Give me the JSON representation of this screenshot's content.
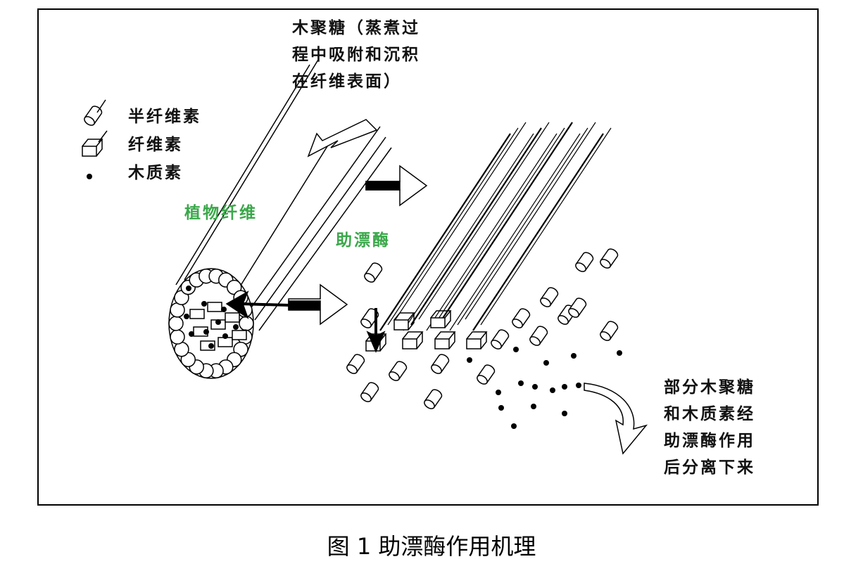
{
  "top_label": [
    "木聚糖（蒸煮过",
    "程中吸附和沉积",
    "在纤维表面）"
  ],
  "legend": [
    {
      "icon": "cylinder-icon",
      "label": "半纤维素"
    },
    {
      "icon": "cuboid-icon",
      "label": "纤维素"
    },
    {
      "icon": "dot-icon",
      "label": "木质素"
    }
  ],
  "plant_fiber_label": "植物纤维",
  "enzyme_label": "助漂酶",
  "result_label": [
    "部分木聚糖",
    "和木质素经",
    "助漂酶作用",
    "后分离下来"
  ],
  "caption": "图 1  助漂酶作用机理",
  "colors": {
    "green": "#3aa84a"
  }
}
